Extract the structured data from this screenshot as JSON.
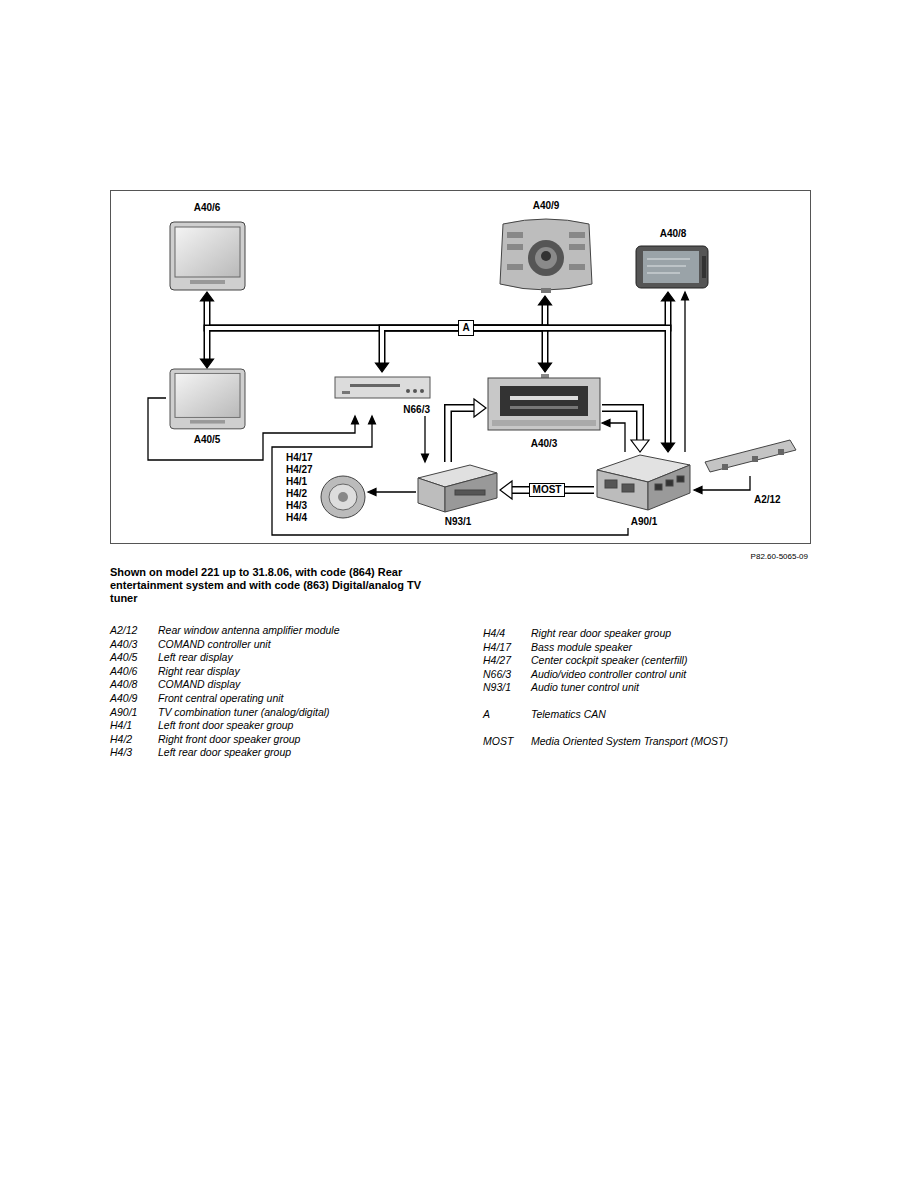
{
  "diagram": {
    "caption": "Shown on model 221 up to 31.8.06, with code (864) Rear entertainment system and with code (863) Digital/analog TV tuner",
    "nodes": [
      {
        "text": [
          "A40/6"
        ]
      },
      {
        "text": [
          "A40/9"
        ]
      },
      {
        "text": [
          "A40/8"
        ]
      },
      {
        "text": [
          "A"
        ]
      },
      {
        "text": [
          "A40/5"
        ]
      },
      {
        "text": [
          "N66/3"
        ]
      },
      {
        "text": [
          "A40/3"
        ]
      },
      {
        "text": [
          "A2/12"
        ]
      },
      {
        "text": [
          "H4/17",
          "H4/27",
          "H4/1",
          "H4/2",
          "H4/3",
          "H4/4"
        ]
      },
      {
        "text": [
          "N93/1"
        ]
      },
      {
        "text": [
          "A90/1"
        ]
      }
    ],
    "edges": [
      {
        "from": 3,
        "to": 0,
        "arrow": "to"
      },
      {
        "from": 3,
        "to": 4,
        "arrow": "to"
      },
      {
        "from": 3,
        "to": 5,
        "arrow": "to"
      },
      {
        "from": 3,
        "to": 1,
        "arrow": "to"
      },
      {
        "from": 3,
        "to": 6,
        "arrow": "to"
      },
      {
        "from": 3,
        "to": 2,
        "arrow": "to"
      },
      {
        "from": 3,
        "to": 10,
        "arrow": "to"
      },
      {
        "from": 4,
        "to": 5,
        "arrow": "to"
      },
      {
        "from": 10,
        "to": 5,
        "arrow": "to"
      },
      {
        "from": 5,
        "to": 9,
        "arrow": "to"
      },
      {
        "from": 9,
        "to": 8,
        "arrow": "to"
      },
      {
        "from": 10,
        "to": 9,
        "label": "MOST",
        "arrow": "to"
      },
      {
        "from": 9,
        "to": 6,
        "arrow": "to"
      },
      {
        "from": 6,
        "to": 10,
        "arrow": "to"
      },
      {
        "from": 10,
        "to": 6,
        "arrow": "to"
      },
      {
        "from": 10,
        "to": 2,
        "arrow": "to"
      },
      {
        "from": 7,
        "to": 10,
        "arrow": "to"
      }
    ],
    "labels": [
      "P82.60-5065-09",
      "A2/12",
      "Rear window antenna amplifier module",
      "A40/3",
      "COMAND controller unit",
      "A40/5",
      "Left rear display",
      "A40/6",
      "Right rear display",
      "A40/8",
      "COMAND display",
      "A40/9",
      "Front central operating unit",
      "A90/1",
      "TV combination tuner (analog/digital)",
      "H4/1",
      "Left front door speaker group",
      "H4/2",
      "Right front door speaker group",
      "H4/3",
      "Left rear door speaker group",
      "H4/4",
      "Right rear door speaker group",
      "H4/17",
      "Bass module speaker",
      "H4/27",
      "Center cockpit speaker (centerfill)",
      "N66/3",
      "Audio/video controller control unit",
      "N93/1",
      "Audio tuner control unit",
      "A",
      "Telematics CAN",
      "MOST",
      "Media Oriented System Transport (MOST)"
    ]
  }
}
